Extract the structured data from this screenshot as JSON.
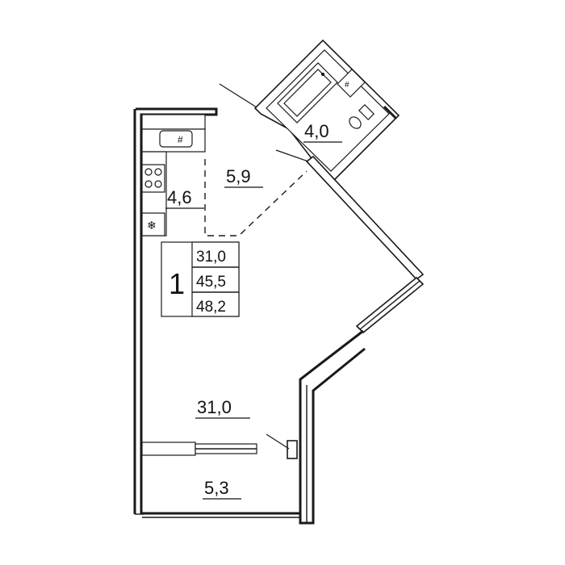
{
  "plan": {
    "summary": {
      "rooms_count": "1",
      "living_area": "31,0",
      "total_area_no_balcony": "45,5",
      "total_area": "48,2"
    },
    "rooms": [
      {
        "id": "bathroom",
        "area": "4,0"
      },
      {
        "id": "hallway",
        "area": "5,9"
      },
      {
        "id": "kitchen",
        "area": "4,6"
      },
      {
        "id": "living-room",
        "area": "31,0"
      },
      {
        "id": "balcony",
        "area": "5,3"
      }
    ],
    "icons": [
      "sink-icon",
      "stove-icon",
      "fridge-icon",
      "bathtub-icon",
      "washbasin-icon",
      "toilet-icon"
    ]
  }
}
